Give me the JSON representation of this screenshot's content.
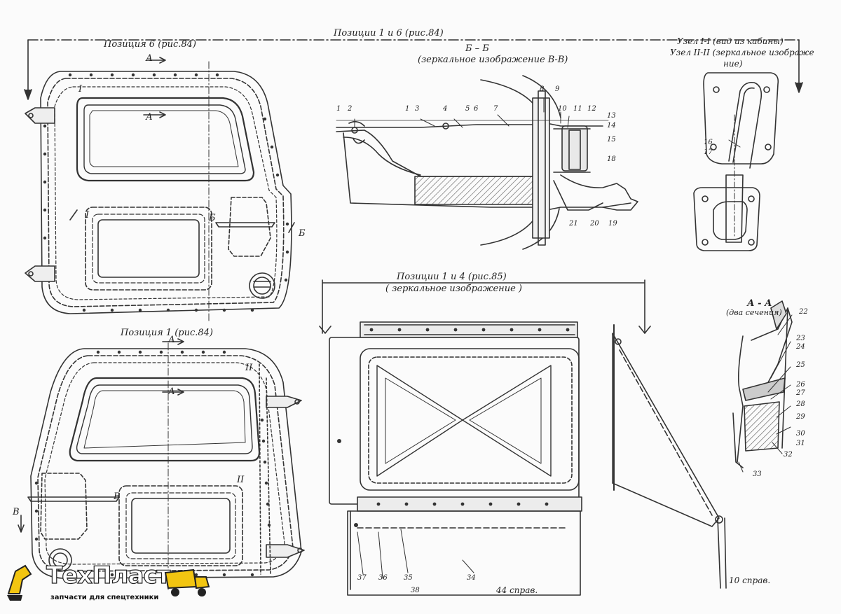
{
  "headings": {
    "pos6": "Позиция 6 (рис.84)",
    "pos1": "Позиция 1 (рис.84)",
    "pos16": "Позиции 1 и 6 (рис.84)",
    "bb": "Б – Б",
    "bb_mirror": "(зеркальное изображение В-В)",
    "node1": "Узел I-I (вид из кабины)",
    "node2": "Узел II-II (зеркальное изображе",
    "node2b": "ние)",
    "pos14": "Позиции 1 и 4 (рис.85)",
    "pos14_mirror": "( зеркальное    изображение )",
    "aa": "А - А",
    "aa_sub": "(два сечения)",
    "dim44": "44 справ.",
    "dim10": "10 справ."
  },
  "markers": {
    "a": "А",
    "b": "Б",
    "v": "В",
    "one": "I",
    "two": "II"
  },
  "callouts": [
    "1",
    "2",
    "3",
    "4",
    "5",
    "6",
    "7",
    "8",
    "9",
    "10",
    "11",
    "12",
    "13",
    "14",
    "15",
    "16",
    "17",
    "18",
    "19",
    "20",
    "21",
    "22",
    "23",
    "24",
    "25",
    "26",
    "27",
    "28",
    "29",
    "30",
    "31",
    "32",
    "33",
    "34",
    "35",
    "36",
    "37",
    "38"
  ],
  "brand": {
    "name": "ТехПласт",
    "tagline": "запчасти для спецтехники",
    "accent": "#f2c511"
  }
}
